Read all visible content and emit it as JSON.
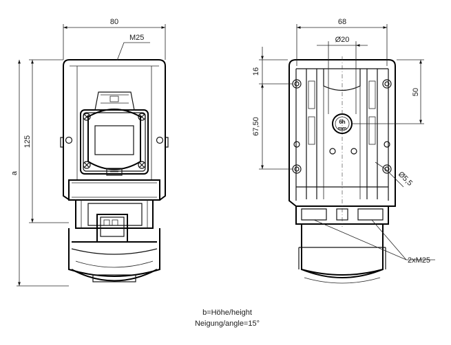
{
  "dimensions": {
    "front_width": "80",
    "front_thread": "M25",
    "front_height": "125",
    "front_total": "a",
    "side_width": "68",
    "side_center_dia": "Ø20",
    "side_top_offset": "16",
    "side_hole_spacing": "67,50",
    "side_right_height": "50",
    "side_hole_dia": "Ø5,5",
    "side_threads": "2xM25"
  },
  "caption": {
    "line1": "b=Höhe/height",
    "line2": "Neigung/angle=15°"
  },
  "plug_marks": {
    "center_line1": "6h",
    "center_line2": "mm"
  }
}
